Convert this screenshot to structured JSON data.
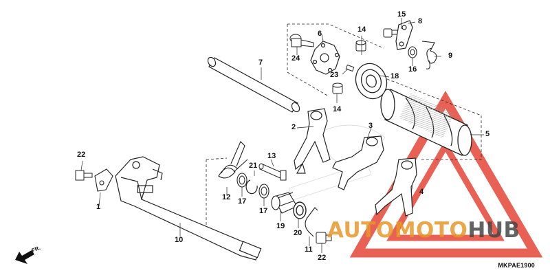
{
  "diagram": {
    "callouts": [
      "1",
      "2",
      "3",
      "4",
      "5",
      "6",
      "7",
      "8",
      "9",
      "10",
      "11",
      "12",
      "13",
      "14",
      "14",
      "15",
      "16",
      "17",
      "17",
      "18",
      "19",
      "20",
      "21",
      "22",
      "22",
      "23",
      "24"
    ],
    "code": "MKPAE1900",
    "direction": "FR."
  },
  "watermark": {
    "text_orange": "AUTOMOTO",
    "text_dark": "HUB",
    "color_orange": "#e6962a",
    "color_dark": "#464646",
    "triangle_color": "#e33a2a"
  }
}
